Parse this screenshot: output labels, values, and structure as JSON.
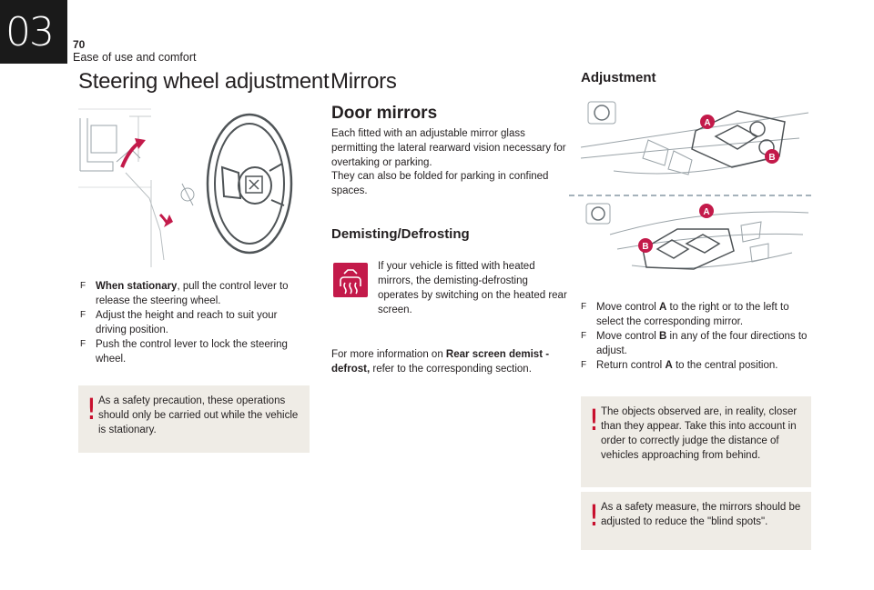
{
  "header": {
    "chapter": "03",
    "page_number": "70",
    "section": "Ease of use and comfort"
  },
  "steering": {
    "title": "Steering wheel adjustment",
    "steps": [
      {
        "bold": "When stationary",
        "text": ", pull the control lever to release the steering wheel."
      },
      {
        "bold": "",
        "text": "Adjust the height and reach to suit your driving position."
      },
      {
        "bold": "",
        "text": "Push the control lever to lock the steering wheel."
      }
    ],
    "warning": "As a safety precaution, these operations should only be carried out while the vehicle is stationary."
  },
  "mirrors": {
    "title": "Mirrors",
    "door_title": "Door mirrors",
    "door_text_1": "Each fitted with an adjustable mirror glass permitting the lateral rearward vision necessary for overtaking or parking.",
    "door_text_2": "They can also be folded for parking in confined spaces.",
    "demist_title": "Demisting/Defrosting",
    "demist_text": "If your vehicle is fitted with heated mirrors, the demisting-defrosting operates by switching on the heated rear screen.",
    "more_info_prefix": "For more information on ",
    "more_info_bold": "Rear screen demist - defrost,",
    "more_info_suffix": " refer to the corresponding section."
  },
  "adjustment": {
    "title": "Adjustment",
    "label_a": "A",
    "label_b": "B",
    "steps": [
      {
        "pre": "Move control ",
        "key": "A",
        "post": " to the right or to the left to select the corresponding mirror."
      },
      {
        "pre": "Move control ",
        "key": "B",
        "post": " in any of the four directions to adjust."
      },
      {
        "pre": "Return control ",
        "key": "A",
        "post": " to the central position."
      }
    ],
    "warning_1": "The objects observed are, in reality, closer than they appear. Take this into account in order to correctly judge the distance of vehicles approaching from behind.",
    "warning_2": "As a safety measure, the mirrors should be adjusted to reduce the \"blind spots\"."
  },
  "icons": {
    "bullet": "F",
    "warning": "!",
    "accent_color": "#c31a4a"
  }
}
